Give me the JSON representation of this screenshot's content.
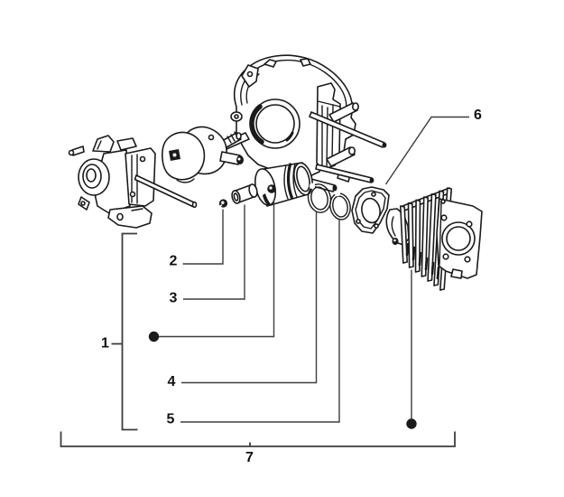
{
  "diagram": {
    "type": "exploded-parts-diagram",
    "background_color": "#ffffff",
    "line_color": "#1a1a1a",
    "leader_color": "#3d3d3d",
    "callouts": {
      "group_bracket": "1",
      "circlip": "2",
      "piston_pin": "3",
      "ring_top": "4",
      "ring_bottom": "5",
      "gasket": "6",
      "assembly_bracket": "7"
    },
    "parts": [
      "crankcase-half-left",
      "long-stud",
      "crankshaft",
      "crankcase-half-flywheel-side",
      "piston",
      "piston-pin",
      "circlip",
      "piston-ring-1",
      "piston-ring-2",
      "cylinder-gasket",
      "cylinder"
    ]
  }
}
